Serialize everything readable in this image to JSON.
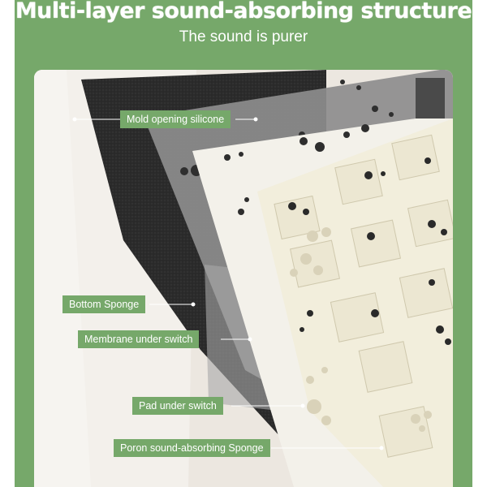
{
  "header": {
    "title": "Multi-layer sound-absorbing structure",
    "subtitle": "The sound is purer"
  },
  "labels": [
    {
      "id": "mold-opening-silicone",
      "text": "Mold opening silicone"
    },
    {
      "id": "bottom-sponge",
      "text": "Bottom Sponge"
    },
    {
      "id": "membrane-under-switch",
      "text": "Membrane under switch"
    },
    {
      "id": "pad-under-switch",
      "text": "Pad under switch"
    },
    {
      "id": "poron-sound-absorbing-sponge",
      "text": "Poron sound-absorbing Sponge"
    }
  ],
  "colors": {
    "accent_green": "#76a86a",
    "foam_black": "#2b2b2b",
    "plate_cream": "#f1eddf",
    "background_paper": "#eee9e3"
  }
}
